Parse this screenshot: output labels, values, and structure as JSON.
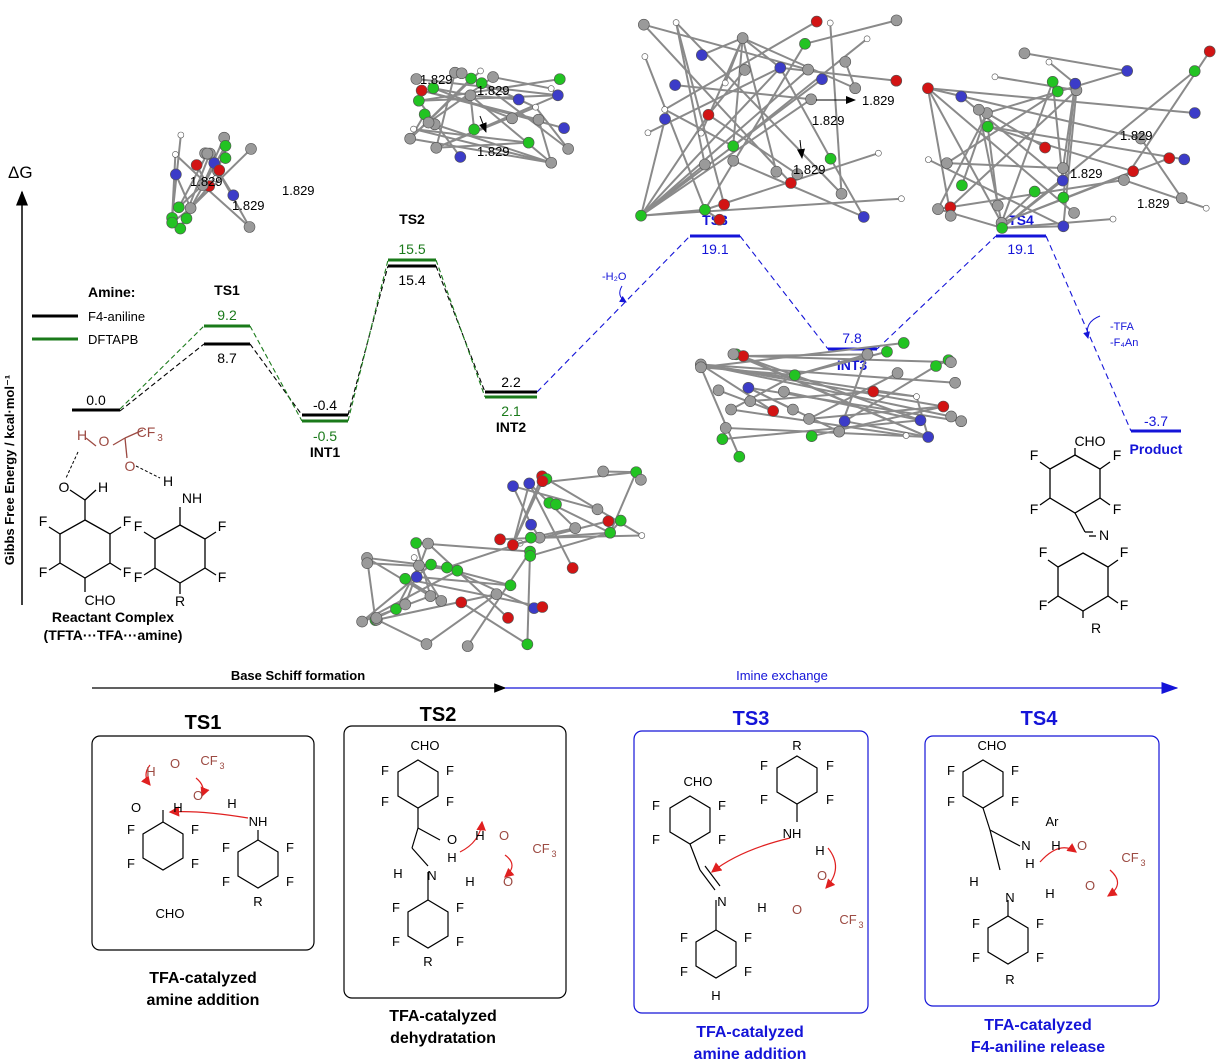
{
  "axis": {
    "y_symbol": "ΔG",
    "y_label": "Gibbs Free Energy / kcal·mol⁻¹"
  },
  "legend": {
    "title": "Amine:",
    "items": [
      {
        "name": "F4-aniline",
        "color": "#000000"
      },
      {
        "name": "DFTAPB",
        "color": "#1a7a1a"
      }
    ]
  },
  "colors": {
    "black": "#000000",
    "green": "#1a7a1a",
    "blue": "#1414d8",
    "acid": "#9c4a42",
    "arrow": "#e02020"
  },
  "states": {
    "R": {
      "black": "0.0",
      "label": "",
      "sublabel": ""
    },
    "TS1": {
      "black": "8.7",
      "green": "9.2",
      "label": "TS1"
    },
    "INT1": {
      "black": "-0.4",
      "green": "-0.5",
      "label": "INT1"
    },
    "TS2": {
      "black": "15.4",
      "green": "15.5",
      "label": "TS2"
    },
    "INT2": {
      "black": "2.2",
      "green": "2.1",
      "label": "INT2"
    },
    "TS3": {
      "blue": "19.1",
      "label": "TS3"
    },
    "INT3": {
      "blue": "7.8",
      "label": "INT3"
    },
    "TS4": {
      "blue": "19.1",
      "label": "TS4"
    },
    "P": {
      "blue": "-3.7",
      "label": "Product"
    }
  },
  "annotations": {
    "water": "-H₂O",
    "tfa": "-TFA",
    "f4an": "-F₄An"
  },
  "reactant": {
    "title": "Reactant Complex",
    "subtitle": "(TFTA···TFA···amine)"
  },
  "distance": "1.829",
  "atoms": {
    "F": "F",
    "CHO": "CHO",
    "H": "H",
    "NH": "NH",
    "N": "N",
    "O": "O",
    "R": "R",
    "CF3": "CF",
    "sub3": "3",
    "Ar": "Ar"
  },
  "phases": {
    "base": "Base Schiff formation",
    "exchange": "Imine exchange"
  },
  "boxes": [
    {
      "title": "TS1",
      "caption1": "TFA-catalyzed",
      "caption2": "amine addition"
    },
    {
      "title": "TS2",
      "caption1": "TFA-catalyzed",
      "caption2": "dehydratation"
    },
    {
      "title": "TS3",
      "caption1": "TFA-catalyzed",
      "caption2": "amine addition"
    },
    {
      "title": "TS4",
      "caption1": "TFA-catalyzed",
      "caption2": "F4-aniline release"
    }
  ]
}
